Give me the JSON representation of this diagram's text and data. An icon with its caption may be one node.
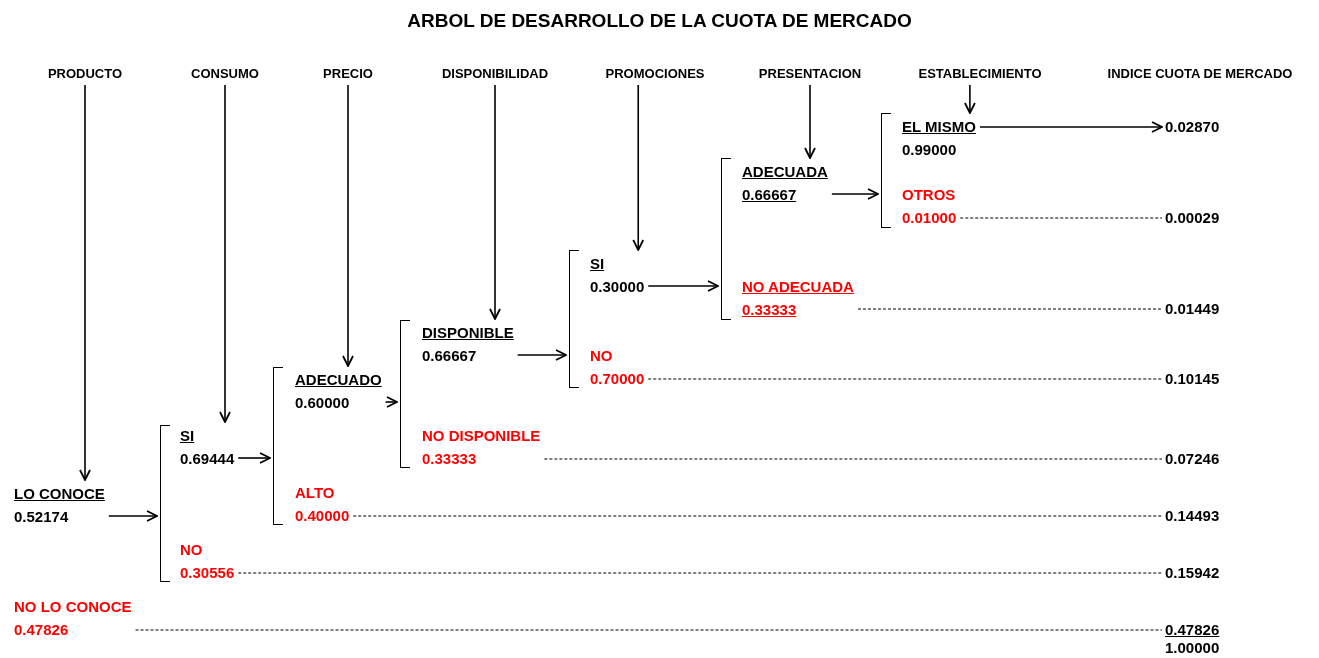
{
  "diagram": {
    "title": "ARBOL DE DESARROLLO DE LA CUOTA DE MERCADO",
    "nodes": [
      {
        "text": [
          "PRODUCTO"
        ]
      },
      {
        "text": [
          "CONSUMO"
        ]
      },
      {
        "text": [
          "PRECIO"
        ]
      },
      {
        "text": [
          "DISPONIBILIDAD"
        ]
      },
      {
        "text": [
          "PROMOCIONES"
        ]
      },
      {
        "text": [
          "PRESENTACION"
        ]
      },
      {
        "text": [
          "ESTABLECIMIENTO"
        ]
      },
      {
        "text": [
          "LO CONOCE",
          "0.52174"
        ]
      },
      {
        "text": [
          "NO LO CONOCE",
          "0.47826"
        ]
      },
      {
        "text": [],
        "shape": "bracket"
      },
      {
        "text": [
          "SI",
          "0.69444"
        ]
      },
      {
        "text": [
          "NO",
          "0.30556"
        ]
      },
      {
        "text": [],
        "shape": "bracket"
      },
      {
        "text": [
          "ADECUADO",
          "0.60000"
        ]
      },
      {
        "text": [
          "ALTO",
          "0.40000"
        ]
      },
      {
        "text": [],
        "shape": "bracket"
      },
      {
        "text": [
          "DISPONIBLE",
          "0.66667"
        ]
      },
      {
        "text": [
          "NO DISPONIBLE",
          "0.33333"
        ]
      },
      {
        "text": [],
        "shape": "bracket"
      },
      {
        "text": [
          "SI",
          "0.30000"
        ]
      },
      {
        "text": [
          "NO",
          "0.70000"
        ]
      },
      {
        "text": [],
        "shape": "bracket"
      },
      {
        "text": [
          "ADECUADA",
          "0.66667"
        ]
      },
      {
        "text": [
          "NO ADECUADA",
          "0.33333"
        ]
      },
      {
        "text": [],
        "shape": "bracket"
      },
      {
        "text": [
          "EL MISMO",
          "0.99000"
        ]
      },
      {
        "text": [
          "OTROS",
          "0.01000"
        ]
      },
      {
        "text": [
          "0.02870"
        ]
      },
      {
        "text": [
          "0.00029"
        ]
      },
      {
        "text": [
          "0.01449"
        ]
      },
      {
        "text": [
          "0.10145"
        ]
      },
      {
        "text": [
          "0.07246"
        ]
      },
      {
        "text": [
          "0.14493"
        ]
      },
      {
        "text": [
          "0.15942"
        ]
      },
      {
        "text": [
          "0.47826"
        ]
      }
    ],
    "edges": [
      {
        "from": 0,
        "to": 7,
        "arrow": "to"
      },
      {
        "from": 1,
        "to": 10,
        "arrow": "to"
      },
      {
        "from": 2,
        "to": 13,
        "arrow": "to"
      },
      {
        "from": 3,
        "to": 16,
        "arrow": "to"
      },
      {
        "from": 4,
        "to": 19,
        "arrow": "to"
      },
      {
        "from": 5,
        "to": 22,
        "arrow": "to"
      },
      {
        "from": 6,
        "to": 25,
        "arrow": "to"
      },
      {
        "from": 7,
        "to": 9,
        "arrow": "to"
      },
      {
        "from": 10,
        "to": 12,
        "arrow": "to"
      },
      {
        "from": 13,
        "to": 15,
        "arrow": "to"
      },
      {
        "from": 16,
        "to": 18,
        "arrow": "to"
      },
      {
        "from": 19,
        "to": 21,
        "arrow": "to"
      },
      {
        "from": 22,
        "to": 24,
        "arrow": "to"
      },
      {
        "from": 25,
        "to": 27,
        "arrow": "to"
      },
      {
        "from": 26,
        "to": 28,
        "arrow": "none",
        "style": "dashed"
      },
      {
        "from": 23,
        "to": 29,
        "arrow": "none",
        "style": "dashed"
      },
      {
        "from": 20,
        "to": 30,
        "arrow": "none",
        "style": "dashed"
      },
      {
        "from": 17,
        "to": 31,
        "arrow": "none",
        "style": "dashed"
      },
      {
        "from": 14,
        "to": 32,
        "arrow": "none",
        "style": "dashed"
      },
      {
        "from": 11,
        "to": 33,
        "arrow": "none",
        "style": "dashed"
      },
      {
        "from": 8,
        "to": 34,
        "arrow": "none",
        "style": "dashed"
      }
    ],
    "labels": [
      "INDICE CUOTA DE MERCADO",
      "1.00000"
    ]
  }
}
